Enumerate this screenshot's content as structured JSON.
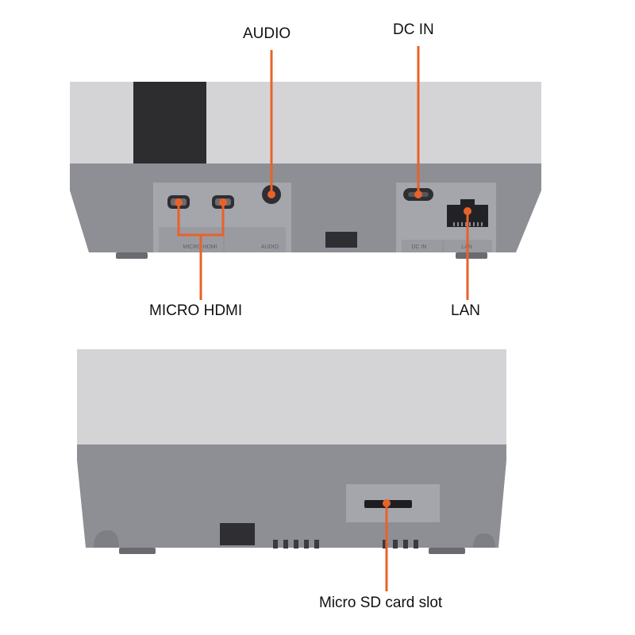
{
  "callouts": {
    "audio": "AUDIO",
    "dc_in": "DC IN",
    "micro_hdmi": "MICRO HDMI",
    "lan": "LAN",
    "sd_slot": "Micro SD card slot"
  },
  "port_labels": {
    "micro_hdmi": "MICRO HDMI",
    "audio": "AUDIO",
    "dc_in": "DC IN",
    "lan": "LAN"
  },
  "colors": {
    "accent": "#e8622a",
    "body_light": "#d4d4d6",
    "body_dark": "#8e8e95",
    "panel": "#a3a3aa",
    "port_dark": "#2e2e33"
  }
}
